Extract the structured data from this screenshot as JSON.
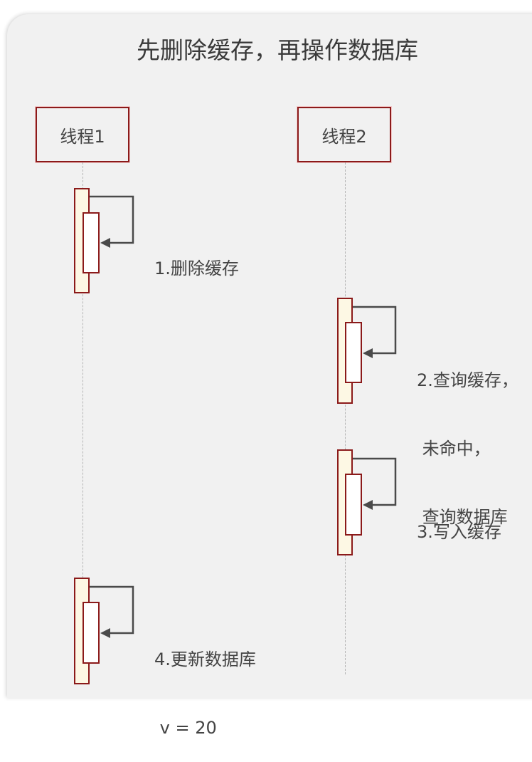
{
  "diagram": {
    "title": "先删除缓存，再操作数据库",
    "actors": [
      {
        "id": "thread1",
        "label": "线程1"
      },
      {
        "id": "thread2",
        "label": "线程2"
      }
    ],
    "steps": [
      {
        "actor": "thread1",
        "lines": [
          "1.删除缓存"
        ]
      },
      {
        "actor": "thread2",
        "lines": [
          "2.查询缓存，",
          " 未命中，",
          " 查询数据库"
        ]
      },
      {
        "actor": "thread2",
        "lines": [
          "3.写入缓存"
        ]
      },
      {
        "actor": "thread1",
        "lines": [
          "4.更新数据库",
          " v = 20"
        ]
      }
    ]
  },
  "colors": {
    "panel_bg": "#f1f1f1",
    "border": "#8b1a1a",
    "activation_fill": "#fdf8e4",
    "arrow": "#4a4a4a",
    "text": "#444444"
  }
}
